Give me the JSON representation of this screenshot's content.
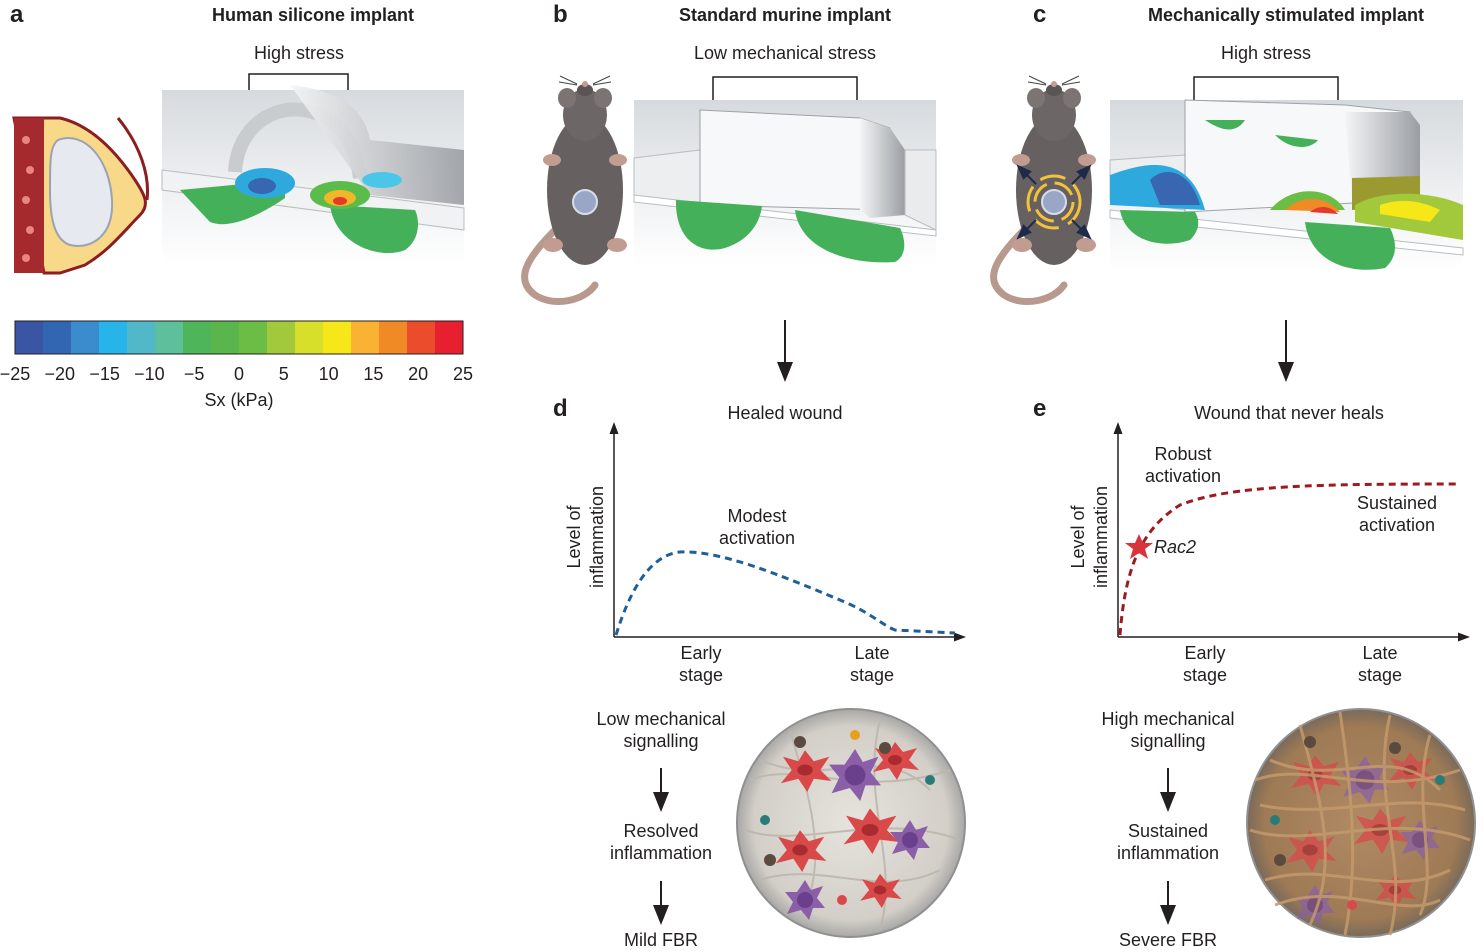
{
  "panels": {
    "a": {
      "letter": "a",
      "title": "Human silicone implant",
      "stress": "High stress"
    },
    "b": {
      "letter": "b",
      "title": "Standard murine implant",
      "stress": "Low mechanical stress"
    },
    "c": {
      "letter": "c",
      "title": "Mechanically stimulated implant",
      "stress": "High stress"
    },
    "d": {
      "letter": "d",
      "title": "Healed wound",
      "peak_label": [
        "Modest",
        "activation"
      ],
      "flow": [
        [
          "Low mechanical",
          "signalling"
        ],
        [
          "Resolved",
          "inflammation"
        ],
        [
          "Mild FBR"
        ]
      ]
    },
    "e": {
      "letter": "e",
      "title": "Wound that never heals",
      "robust_label": [
        "Robust",
        "activation"
      ],
      "sustained_label": [
        "Sustained",
        "activation"
      ],
      "marker": "Rac2",
      "flow": [
        [
          "High mechanical",
          "signalling"
        ],
        [
          "Sustained",
          "inflammation"
        ],
        [
          "Severe FBR"
        ]
      ]
    }
  },
  "graph": {
    "ylabel": [
      "Level of",
      "inflammation"
    ],
    "x_early": [
      "Early",
      "stage"
    ],
    "x_late": [
      "Late",
      "stage"
    ]
  },
  "colorbar": {
    "ticks": [
      "−25",
      "−20",
      "−15",
      "−10",
      "−5",
      "0",
      "5",
      "10",
      "15",
      "20",
      "25"
    ],
    "label": "Sx (kPa)",
    "colors": [
      "#3a55a4",
      "#3366b2",
      "#3a8ccc",
      "#27b4e8",
      "#50b8c9",
      "#5dbf9b",
      "#4fb55a",
      "#5ab64c",
      "#6cbd45",
      "#a2c83c",
      "#d7df2b",
      "#f6e718",
      "#f9b233",
      "#f08a24",
      "#ea4c2c",
      "#e6202e"
    ]
  },
  "colors": {
    "curve_d": "#1f5f99",
    "curve_e": "#9b1b1e",
    "star": "#d8343b",
    "arrow": "#1e2a4a",
    "ring": "#f2c23a"
  }
}
